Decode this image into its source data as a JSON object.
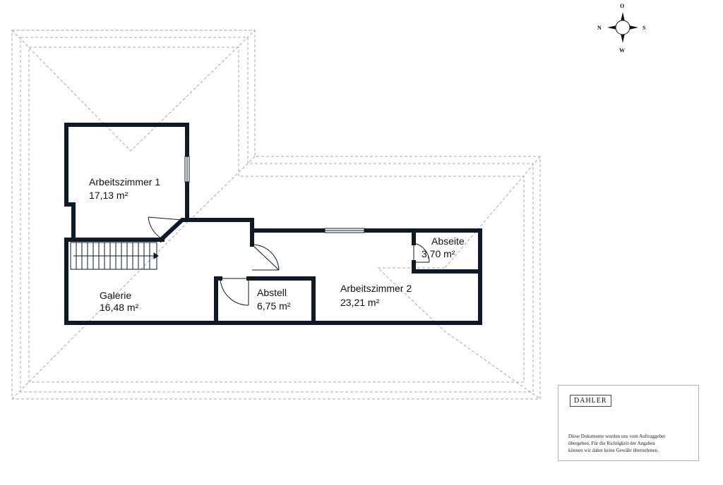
{
  "compass": {
    "north": "N",
    "east": "O",
    "south": "S",
    "west": "W"
  },
  "rooms": {
    "arbeitszimmer1": {
      "name": "Arbeitszimmer 1",
      "area": "17,13 m²"
    },
    "galerie": {
      "name": "Galerie",
      "area": "16,48 m²"
    },
    "abstell": {
      "name": "Abstell",
      "area": "6,75 m²"
    },
    "arbeitszimmer2": {
      "name": "Arbeitszimmer 2",
      "area": "23,21 m²"
    },
    "abseite": {
      "name": "Abseite",
      "area": "3,70 m²"
    }
  },
  "logo": "DAHLER",
  "disclaimer": {
    "line1": "Diese Dokumente wurden uns vom Auftraggeber",
    "line2": "übergeben. Für die Richtigkeit der Angaben",
    "line3": "können wir daher keine Gewähr übernehmen."
  },
  "colors": {
    "wall": "#0f1a26",
    "roofline": "#a8a8a8"
  }
}
